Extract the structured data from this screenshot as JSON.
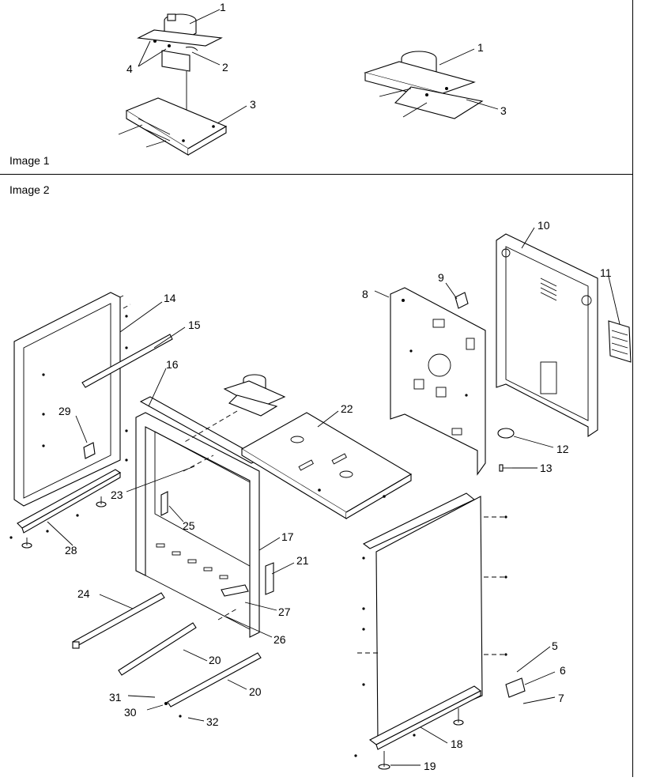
{
  "panels": {
    "image1_label": "Image 1",
    "image2_label": "Image 2"
  },
  "callouts": {
    "c1a": "1",
    "c2": "2",
    "c3a": "3",
    "c4": "4",
    "c1b": "1",
    "c3b": "3",
    "c5": "5",
    "c6": "6",
    "c7": "7",
    "c8": "8",
    "c9": "9",
    "c10": "10",
    "c11": "11",
    "c12": "12",
    "c13": "13",
    "c14": "14",
    "c15": "15",
    "c16": "16",
    "c17": "17",
    "c18": "18",
    "c19": "19",
    "c20a": "20",
    "c20b": "20",
    "c21": "21",
    "c22": "22",
    "c23": "23",
    "c24": "24",
    "c25": "25",
    "c26": "26",
    "c27": "27",
    "c28": "28",
    "c29": "29",
    "c30": "30",
    "c31": "31",
    "c32": "32"
  }
}
